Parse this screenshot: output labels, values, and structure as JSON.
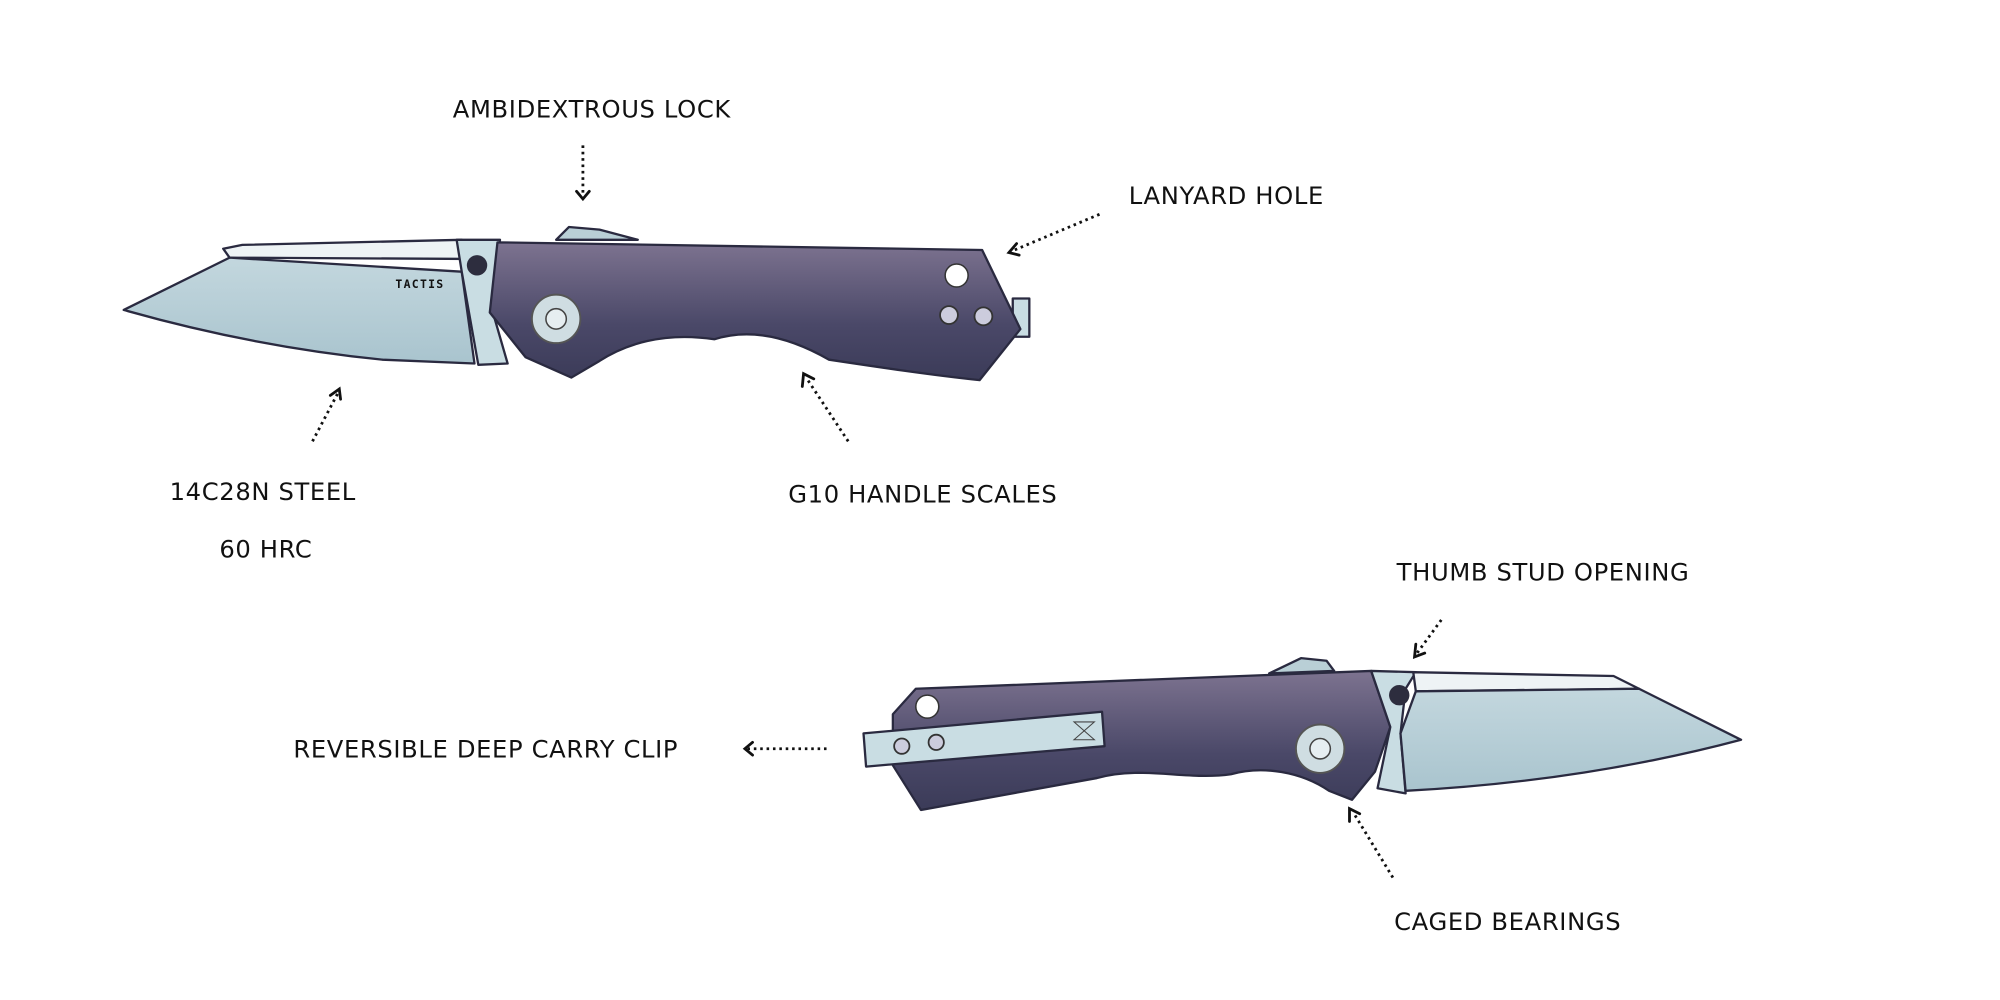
{
  "brand": "TACTIS",
  "callouts": {
    "ambidextrous_lock": "AMBIDEXTROUS LOCK",
    "lanyard_hole": "LANYARD HOLE",
    "steel": "14C28N STEEL",
    "hardness": "60 HRC",
    "handle_scales": "G10 HANDLE SCALES",
    "thumb_stud": "THUMB STUD OPENING",
    "carry_clip": "REVERSIBLE DEEP CARRY CLIP",
    "caged_bearings": "CAGED BEARINGS"
  },
  "colors": {
    "handle": "#5a5574",
    "blade": "#b4cdd6",
    "bolster": "#c9dde3"
  }
}
